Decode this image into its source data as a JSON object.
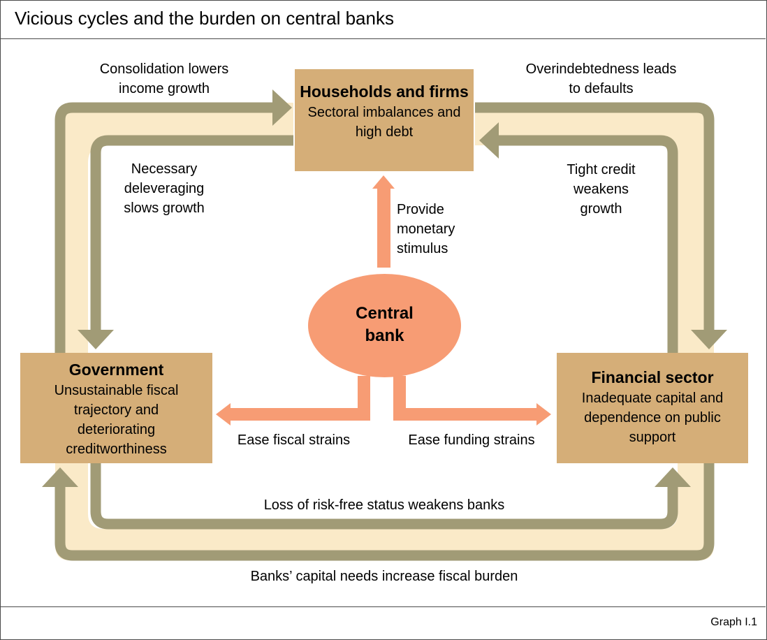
{
  "title": "Vicious cycles and the burden on central banks",
  "graph_label": "Graph I.1",
  "nodes": {
    "households": {
      "title": "Households and firms",
      "text": "Sectoral imbalances and high debt"
    },
    "government": {
      "title": "Government",
      "text": "Unsustainable fiscal trajectory and deteriorating creditworthiness"
    },
    "financial": {
      "title": "Financial sector",
      "text": "Inadequate capital and dependence on public support"
    },
    "central_bank": {
      "title": "Central bank"
    }
  },
  "flows": {
    "consolidation": "Consolidation lowers income growth",
    "overindebtedness": "Overindebtedness leads to defaults",
    "deleveraging": "Necessary deleveraging slows growth",
    "tight_credit": "Tight credit weakens growth",
    "monetary_stimulus": "Provide monetary stimulus",
    "ease_fiscal": "Ease fiscal strains",
    "ease_funding": "Ease funding strains",
    "loss_risk_free": "Loss of risk-free status weakens banks",
    "banks_capital": "Banks’ capital needs increase fiscal burden"
  },
  "colors": {
    "box": "#d5ae78",
    "band": "#faeac8",
    "loop": "#a19b76",
    "central_bank": "#f79c74"
  }
}
